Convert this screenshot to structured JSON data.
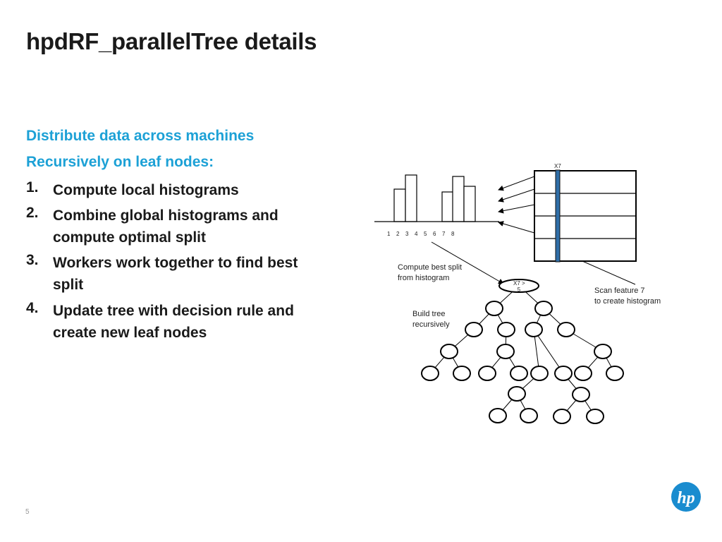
{
  "slide": {
    "title": "hpdRF_parallelTree details",
    "heading1": "Distribute data across machines",
    "heading2": "Recursively on leaf nodes:",
    "steps": [
      {
        "num": "1.",
        "line1": "Compute local histograms",
        "line2": ""
      },
      {
        "num": "2.",
        "line1": "Combine global histograms and",
        "line2": "compute optimal split"
      },
      {
        "num": "3.",
        "line1": "Workers work together to find best",
        "line2": "split"
      },
      {
        "num": "4.",
        "line1": "Update tree with decision rule and",
        "line2": "create new leaf nodes"
      }
    ],
    "page_number": "5"
  },
  "diagram": {
    "feature_label": "X7",
    "ticks": [
      "1",
      "2",
      "3",
      "4",
      "5",
      "6",
      "7",
      "8"
    ],
    "compute_label_1": "Compute best split",
    "compute_label_2": "from histogram",
    "root_label_1": "X7 >",
    "root_label_2": "5",
    "scan_label_1": "Scan feature 7",
    "scan_label_2": "to create histogram",
    "build_label_1": "Build tree",
    "build_label_2": "recursively"
  },
  "logo": {
    "text": "hp",
    "color": "#1a8ccf"
  },
  "colors": {
    "accent": "#1da1d6",
    "highlight_bar": "#2f6ea8"
  }
}
